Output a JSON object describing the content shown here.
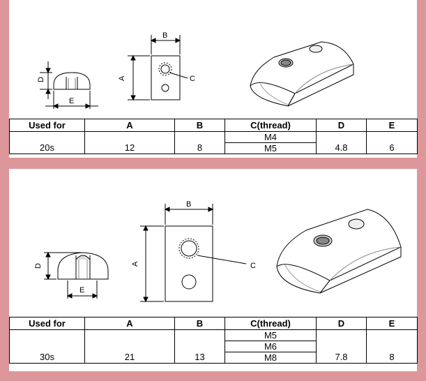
{
  "panels": [
    {
      "dims": {
        "b": "B",
        "a": "A",
        "c": "C",
        "d": "D",
        "e": "E"
      },
      "headers": [
        "Used for",
        "A",
        "B",
        "C(thread)",
        "D",
        "E"
      ],
      "row": {
        "used_for": "20s",
        "a": "12",
        "b": "8",
        "threads": [
          "M4",
          "M5"
        ],
        "d": "4.8",
        "e": "6"
      }
    },
    {
      "dims": {
        "b": "B",
        "a": "A",
        "c": "C",
        "d": "D",
        "e": "E"
      },
      "headers": [
        "Used for",
        "A",
        "B",
        "C(thread)",
        "D",
        "E"
      ],
      "row": {
        "used_for": "30s",
        "a": "21",
        "b": "13",
        "threads": [
          "M5",
          "M6",
          "M8"
        ],
        "d": "7.8",
        "e": "8"
      }
    }
  ],
  "colors": {
    "background": "#dd979a",
    "panel": "#ffffff",
    "line": "#000000"
  }
}
